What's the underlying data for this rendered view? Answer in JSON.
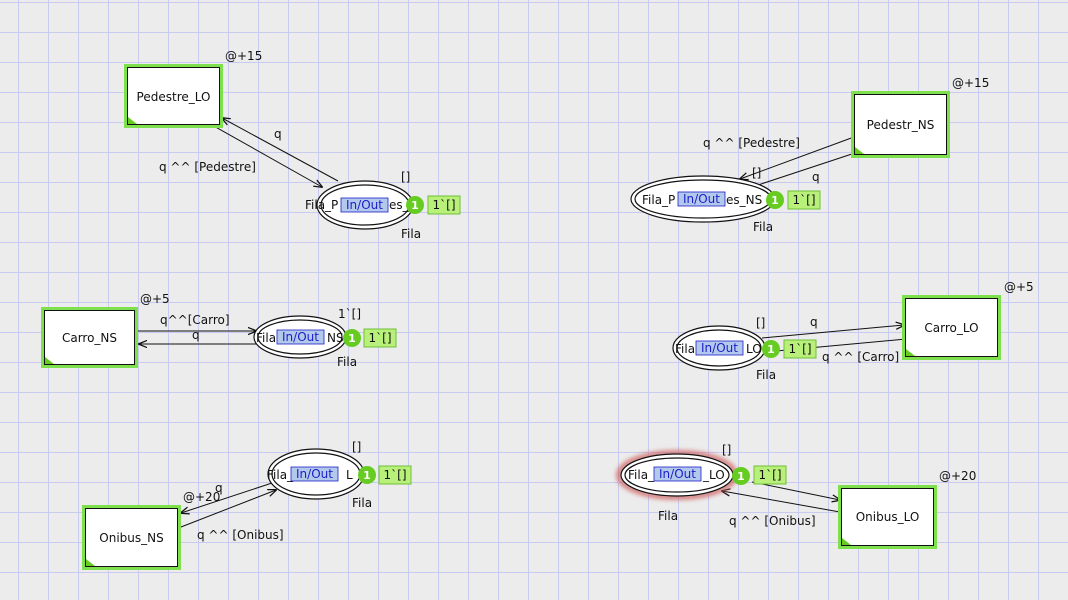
{
  "transitions": {
    "pedestre_lo": {
      "label": "Pedestre_LO",
      "delay": "@+15"
    },
    "pedestr_ns": {
      "label": "Pedestr_NS",
      "delay": "@+15"
    },
    "carro_ns": {
      "label": "Carro_NS",
      "delay": "@+5"
    },
    "carro_lo": {
      "label": "Carro_LO",
      "delay": "@+5"
    },
    "onibus_ns": {
      "label": "Onibus_NS",
      "delay": "@+20"
    },
    "onibus_lo": {
      "label": "Onibus_LO",
      "delay": "@+20"
    }
  },
  "places": {
    "p1": {
      "name_left": "Fila_P",
      "port_tag": "In/Out",
      "name_right": "es_",
      "type": "Fila",
      "init": "[]",
      "token_count": "1",
      "marking": "1`[]"
    },
    "p2": {
      "name_left": "Fila_P",
      "port_tag": "In/Out",
      "name_right": "es_NS",
      "type": "Fila",
      "init": "[]",
      "token_count": "1",
      "marking": "1`[]"
    },
    "p3": {
      "name_left": "Fila",
      "port_tag": "In/Out",
      "name_right": "NS",
      "type": "Fila",
      "init": "1`[]",
      "token_count": "1",
      "marking": "1`[]"
    },
    "p4": {
      "name_left": "Fila",
      "port_tag": "In/Out",
      "name_right": "LO",
      "type": "Fila",
      "init": "[]",
      "token_count": "1",
      "marking": "1`[]"
    },
    "p5": {
      "name_left": "Fila_",
      "port_tag": "In/Out",
      "name_right": "L",
      "type": "Fila",
      "init": "[]",
      "token_count": "1",
      "marking": "1`[]"
    },
    "p6": {
      "name_left": "Fila_",
      "port_tag": "In/Out",
      "name_right": "_LO",
      "type": "Fila",
      "init": "[]",
      "token_count": "1",
      "marking": "1`[]"
    }
  },
  "arcs": {
    "a1_in": "q",
    "a1_out": "q ^^ [Pedestre]",
    "a2_in": "q ^^ [Pedestre]",
    "a2_out": "q",
    "a3_in": "q^^[Carro]",
    "a3_out": "q",
    "a4_in": "q",
    "a4_out": "q ^^ [Carro]",
    "a5_in": "q",
    "a5_out": "q ^^ [Onibus]",
    "a6_in": "q ^^ [Onibus]"
  },
  "colors": {
    "transition_border": "#7ee04d",
    "token_fill": "#66cc22",
    "marking_fill": "#b8f07a",
    "port_tag_fill": "#b3c9ec",
    "port_tag_text": "#1c1cc8",
    "selection_glow": "#d06060",
    "grid": "#c8cbef"
  }
}
